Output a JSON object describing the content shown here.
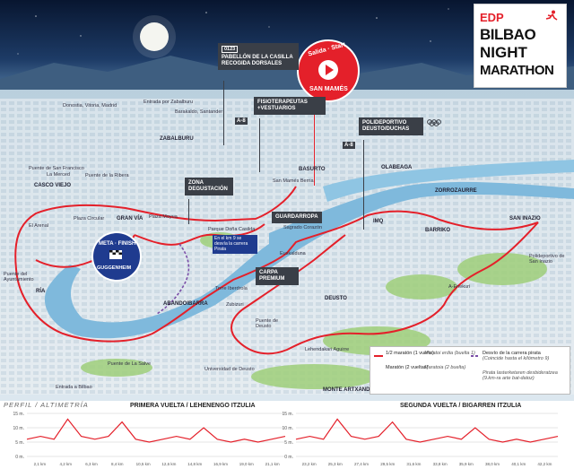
{
  "logo": {
    "brand": "EDP",
    "line1": "BILBAO",
    "line2": "NIGHT",
    "line3": "MARATHON"
  },
  "start_badge": {
    "top": "Salida · Start",
    "bottom": "SAN MAMÉS"
  },
  "finish_badge": {
    "top": "META · FINISH",
    "bottom": "GUGGENHEIM"
  },
  "flags": {
    "pavilion": {
      "num": "0123",
      "text": "PABELLÓN DE LA CASILLA RECOGIDA DORSALES"
    },
    "physio": {
      "text": "FISIOTERAPEUTAS +VESTUARIOS"
    },
    "deusto": {
      "text": "POLIDEPORTIVO DEUSTO/DUCHAS"
    },
    "tasting": {
      "text": "ZONA DEGUSTACIÓN"
    },
    "cloakroom": {
      "text": "GUARDARROPA"
    },
    "premium": {
      "text": "CARPA PREMIUM"
    },
    "pirate_note": {
      "text": "En el km 9 se desvía la carrera Pirata"
    }
  },
  "places": {
    "donostia": "Donostia, Vitoria, Madrid",
    "entrada_zabalburu": "Entrada por Zabalburu",
    "barakaldo": "Barakaldo, Santander",
    "zabalburu": "ZABALBURU",
    "a8a": "A-8",
    "a8b": "A-8",
    "basurto": "BASURTO",
    "olabeaga": "OLABEAGA",
    "zorrozaurre": "ZORROZAURRE",
    "san_inazio": "SAN INAZIO",
    "barrio": "BARRIKO",
    "polideportivo_si": "Polideportivo de San Inazio",
    "imq": "IMQ",
    "puente_sf": "Puente de San Francisco",
    "la_merced": "La Merced",
    "casco_viejo": "CASCO VIEJO",
    "puente_ribera": "Puente de la Ribera",
    "el_arenal": "El Arenal",
    "ayuntamiento": "Ayuntamiento",
    "plaza_circular": "Plaza Circular",
    "gran_via": "GRAN VÍA",
    "plaza_moyua": "Plaza Moyua",
    "parque_casilla": "Parque Doña Casilda",
    "sagrado": "Sagrado Corazón",
    "euskalduna": "Euskalduna",
    "san_mames": "San Mamés Berria",
    "puente_ayto": "Puente del Ayuntamiento",
    "ria": "RÍA",
    "torre": "Torre Iberdrola",
    "abandoibarra": "ABANDOIBARRA",
    "zubizuri": "Zubizuri",
    "deusto": "DEUSTO",
    "puente_deusto": "Puente de Deusto",
    "lehendakari": "Lehendakari Aguirre",
    "universidad": "Universidad de Deusto",
    "puente_salve": "Puente de La Salve",
    "monte_artxanda": "MONTE ARTXANDA",
    "entrada_bilbao": "Entrada a Bilbao",
    "a_enekuri": "A-Enekuri"
  },
  "legend": {
    "item1_a": "1/2 maratón (1 vuelta)",
    "item1_b": "Maratoi erdia (buelta 1)",
    "item2_a": "Maratón (2 vueltas)",
    "item2_b": "Maratoia (2 buelta)",
    "item3_a": "Desvío de la carrera pirata",
    "item3_b": "(Coincide hasta el kilómetro 9)",
    "item4_a": "Pirata lasterketaren desbideratzea",
    "item4_b": "(9.km-ra arte bat-datoz)"
  },
  "profile": {
    "label": "PERFIL / ALTIMETRÍA",
    "first_title": "PRIMERA VUELTA / LEHENENGO ITZULIA",
    "second_title": "SEGUNDA VUELTA / BIGARREN ITZULIA",
    "y_ticks": [
      "15 m.",
      "10 m.",
      "5 m.",
      "0 m."
    ],
    "first_x": [
      "2,1 km",
      "4,2 km",
      "6,3 km",
      "8,4 km",
      "10,5 km",
      "12,6 km",
      "14,8 km",
      "16,9 km",
      "19,0 km",
      "21,1 km"
    ],
    "second_x": [
      "23,2 km",
      "25,3 km",
      "27,4 km",
      "29,5 km",
      "31,6 km",
      "33,8 km",
      "35,9 km",
      "38,0 km",
      "40,1 km",
      "42,2 km"
    ],
    "first_values": [
      6,
      7,
      6,
      13,
      7,
      6,
      7,
      12,
      6,
      5,
      6,
      7,
      6,
      10,
      6,
      5,
      6,
      5,
      6,
      7
    ],
    "second_values": [
      6,
      7,
      6,
      13,
      7,
      6,
      7,
      12,
      6,
      5,
      6,
      7,
      6,
      10,
      6,
      5,
      6,
      5,
      6,
      7
    ]
  },
  "colors": {
    "route": "#e4202a",
    "pirate": "#7b4fa8",
    "river": "#7fb9dc",
    "sky": "#0c1e3e",
    "flag": "#3a3f47"
  }
}
